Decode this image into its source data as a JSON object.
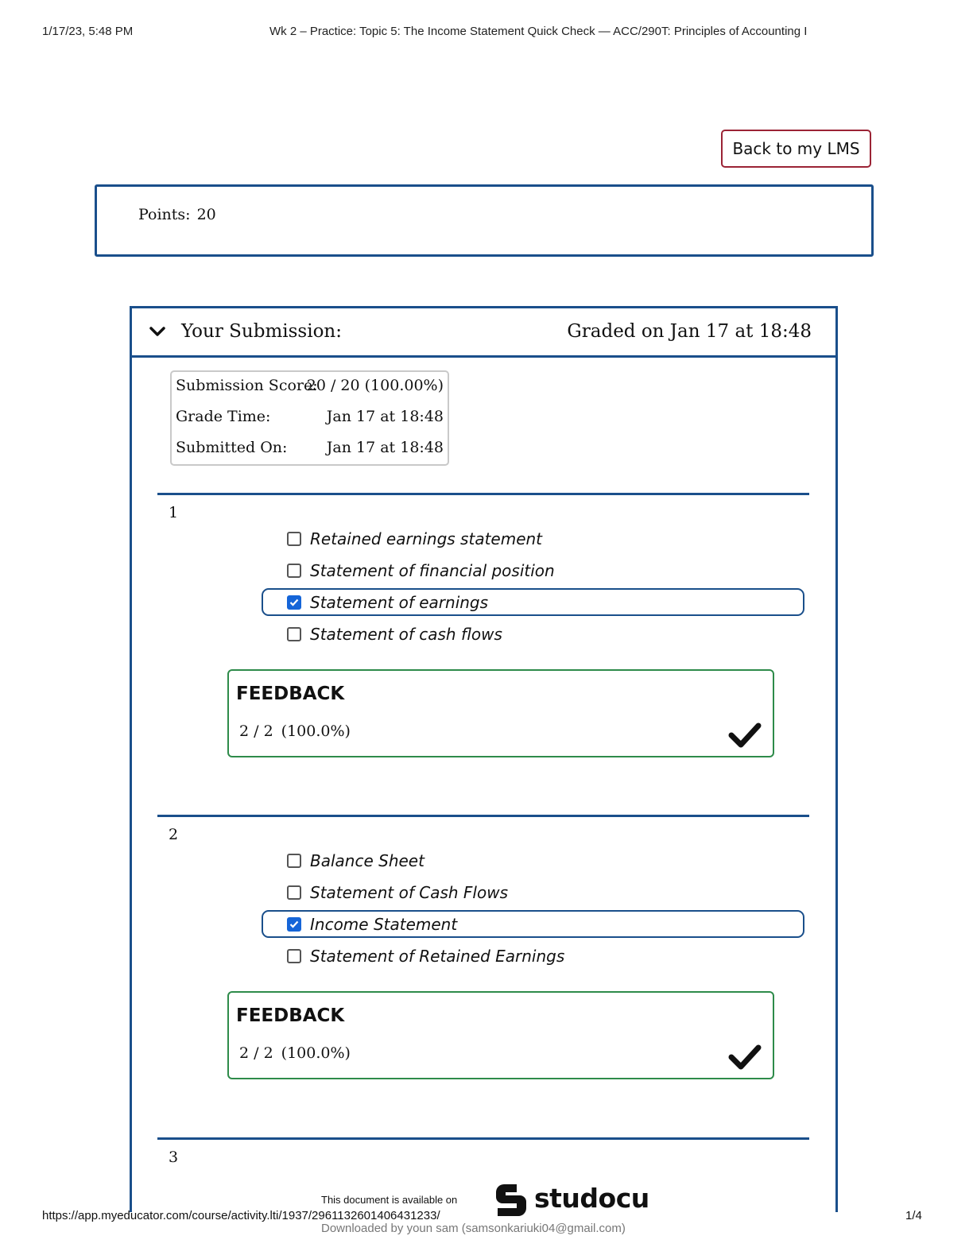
{
  "print_header": {
    "datetime": "1/17/23, 5:48 PM",
    "title": "Wk 2 – Practice: Topic 5: The Income Statement Quick Check — ACC/290T: Principles of Accounting I"
  },
  "back_button": {
    "label": "Back to my LMS"
  },
  "points": {
    "label": "Points:",
    "value": "20"
  },
  "submission": {
    "icon": "chevron-down-icon",
    "title": "Your Submission:",
    "graded_on": "Graded on Jan 17 at 18:48",
    "score_rows": [
      {
        "label": "Submission Score:",
        "value": "20 / 20 (100.00%)"
      },
      {
        "label": "Grade Time:",
        "value": "Jan 17 at 18:48"
      },
      {
        "label": "Submitted On:",
        "value": "Jan 17 at 18:48"
      }
    ]
  },
  "questions": [
    {
      "number": "1",
      "options": [
        {
          "text": "Retained earnings statement",
          "checked": false
        },
        {
          "text": "Statement of financial position",
          "checked": false
        },
        {
          "text": "Statement of earnings",
          "checked": true
        },
        {
          "text": "Statement of cash flows",
          "checked": false
        }
      ],
      "feedback": {
        "title": "FEEDBACK",
        "score": "2 / 2",
        "percent": "(100.0%)",
        "icon": "checkmark-icon"
      }
    },
    {
      "number": "2",
      "options": [
        {
          "text": "Balance Sheet",
          "checked": false
        },
        {
          "text": "Statement of Cash Flows",
          "checked": false
        },
        {
          "text": "Income Statement",
          "checked": true
        },
        {
          "text": "Statement of Retained Earnings",
          "checked": false
        }
      ],
      "feedback": {
        "title": "FEEDBACK",
        "score": "2 / 2",
        "percent": "(100.0%)",
        "icon": "checkmark-icon"
      }
    },
    {
      "number": "3"
    }
  ],
  "footer": {
    "available_text": "This document is available on",
    "brand": "studocu",
    "url": "https://app.myeducator.com/course/activity.lti/1937/2961132601406431233/",
    "page": "1/4",
    "downloaded_by": "Downloaded by youn sam (samsonkariuki04@gmail.com)"
  },
  "colors": {
    "panel_border": "#1a4f8b",
    "button_border": "#9b2335",
    "feedback_border": "#2e8b4a",
    "checkbox_checked": "#1565d8"
  }
}
